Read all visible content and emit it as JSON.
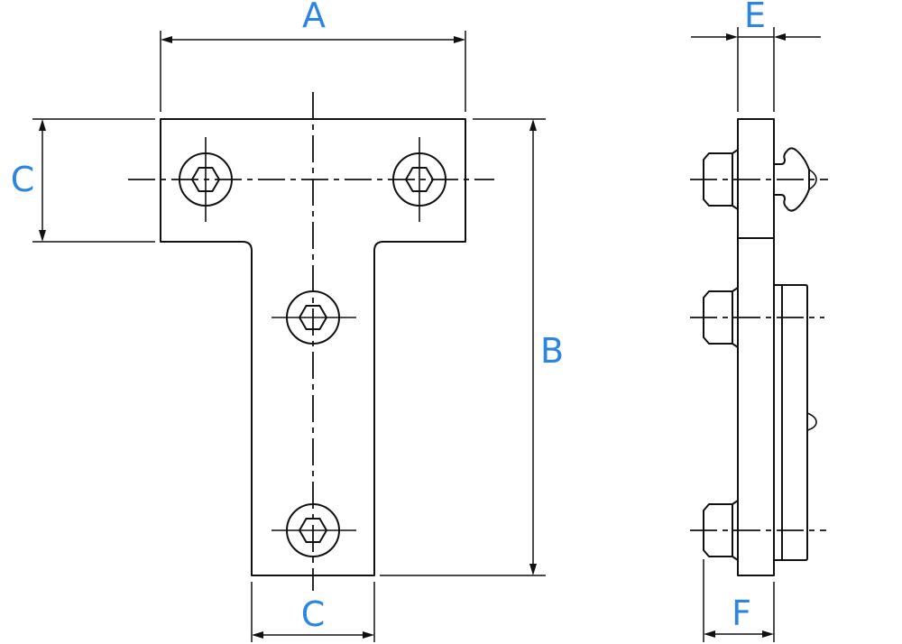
{
  "dimension_labels": {
    "a": "A",
    "b": "B",
    "c_left": "C",
    "c_bottom": "C",
    "e": "E",
    "f": "F"
  },
  "colors": {
    "label": "#2a86e0",
    "line": "#111111",
    "background": "#ffffff"
  }
}
